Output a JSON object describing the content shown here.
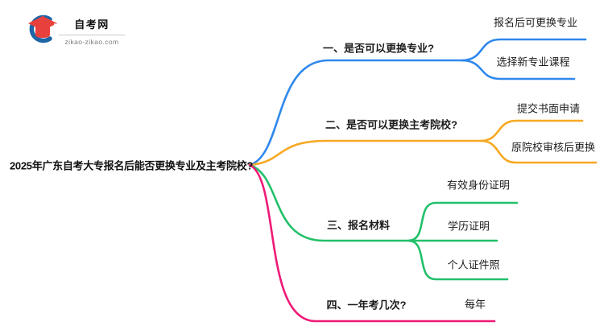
{
  "logo": {
    "title": "自考网",
    "subtitle": "zikao-zikao.com"
  },
  "central": {
    "text": "2025年广东自考大专报名后能否更换专业及主考院校?"
  },
  "colors": {
    "branch1": "#2f88ec",
    "branch2": "#f7a823",
    "branch3": "#22c06a",
    "branch4": "#ee1a77",
    "logo_blue": "#1f65a5",
    "logo_red": "#e8403c"
  },
  "branches": [
    {
      "label": "一、是否可以更换专业?",
      "children": [
        "报名后可更换专业",
        "选择新专业课程"
      ]
    },
    {
      "label": "二、是否可以更换主考院校?",
      "children": [
        "提交书面申请",
        "原院校审核后更换"
      ]
    },
    {
      "label": "三、报名材料",
      "children": [
        "有效身份证明",
        "学历证明",
        "个人证件照"
      ]
    },
    {
      "label": "四、一年考几次?",
      "children": [
        "每年"
      ]
    }
  ]
}
